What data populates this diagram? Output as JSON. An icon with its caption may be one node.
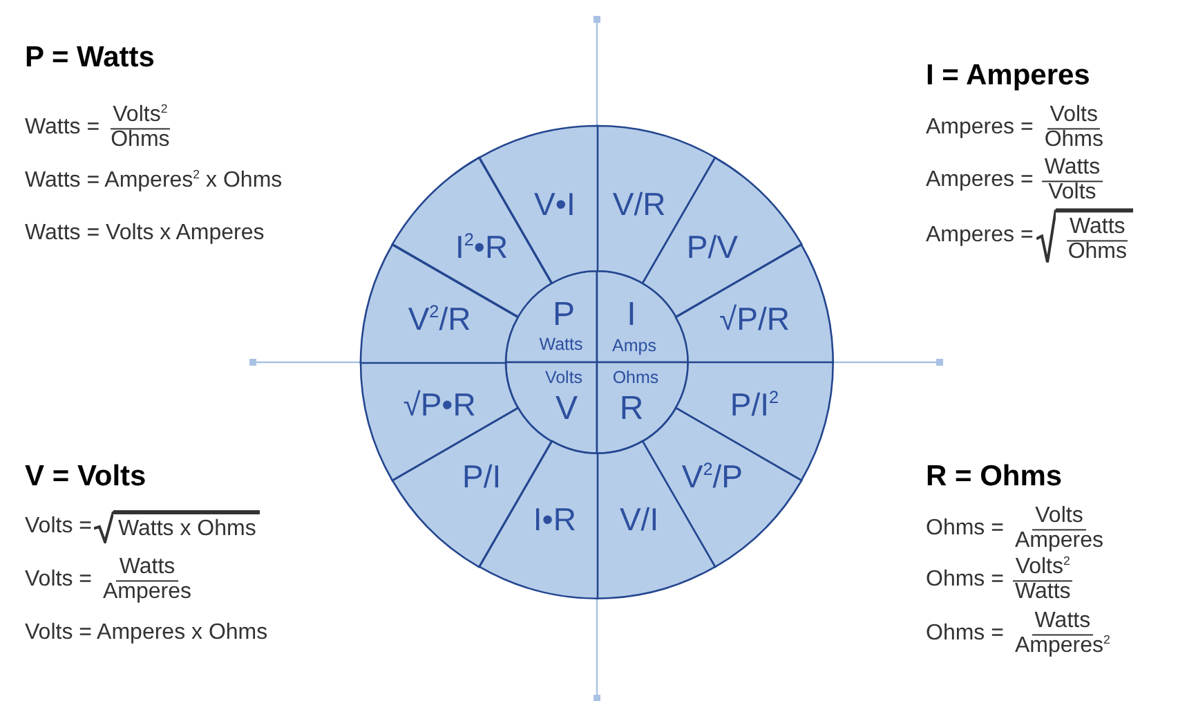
{
  "diagram": {
    "nodes": [
      {
        "text": [
          "P",
          "Watts"
        ]
      },
      {
        "text": [
          "I",
          "Amps"
        ]
      },
      {
        "text": [
          "Volts",
          "V"
        ]
      },
      {
        "text": [
          "Ohms",
          "R"
        ]
      },
      {
        "text": [
          "V/R"
        ]
      },
      {
        "text": [
          "P/V"
        ]
      },
      {
        "text": [
          "√P/R"
        ]
      },
      {
        "text": [
          "P/I$^{2}$"
        ]
      },
      {
        "text": [
          "V$^{2}$/P"
        ]
      },
      {
        "text": [
          "V/I"
        ]
      },
      {
        "text": [
          "I•R"
        ]
      },
      {
        "text": [
          "P/I"
        ]
      },
      {
        "text": [
          "√P•R"
        ]
      },
      {
        "text": [
          "V$^{2}$/R"
        ]
      },
      {
        "text": [
          "I$^{2}$•R"
        ]
      },
      {
        "text": [
          "V•I"
        ]
      }
    ],
    "edges": [],
    "labels": [
      "P = Watts",
      "Watts =",
      "Volts$^{2}$",
      "Ohms",
      "Watts = Amperes$^{2}$ x Ohms",
      "Watts = Volts x Amperes",
      "I = Amperes",
      "Amperes =",
      "Volts",
      "Ohms",
      "Amperes =",
      "Watts",
      "Volts",
      "Amperes =",
      "Watts",
      "Ohms",
      "V = Volts",
      "Volts =",
      "Watts x Ohms",
      "Volts =",
      "Watts",
      "Amperes",
      "Volts = Amperes x Ohms",
      "R = Ohms",
      "Ohms =",
      "Volts",
      "Amperes",
      "Ohms =",
      "Volts$^{2}$",
      "Watts",
      "Ohms =",
      "Watts",
      "Amperes$^{2}$"
    ]
  }
}
